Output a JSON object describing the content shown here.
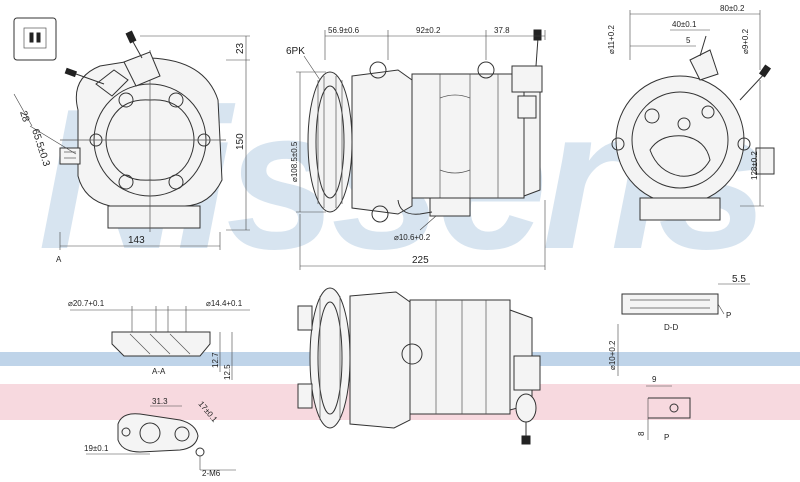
{
  "watermark": "Nissens",
  "colors": {
    "band_blue": "#a9c6e2",
    "band_pink": "#f1b9c4",
    "watermark": "#b7cfe4",
    "line": "#333333"
  },
  "labels": {
    "belt": "6PK",
    "d_60": "56.9±0.6",
    "d_92": "92±0.2",
    "d_37": "37.8",
    "d_80": "80±0.2",
    "d_40": "40±0.1",
    "d_5": "5",
    "d_11": "⌀11+0.2",
    "d_9": "⌀9+0.2",
    "d_23": "23",
    "d_150": "150",
    "d_28": "28",
    "d_65": "65.5±0.3",
    "d_143": "143",
    "d_108": "⌀108.5±0.5",
    "d_106": "⌀10.6+0.2",
    "d_225": "225",
    "d_128": "128±0.2",
    "view_a": "A",
    "d_207": "⌀20.7+0.1",
    "d_144": "⌀14.4+0.1",
    "section_aa": "A-A",
    "d_127": "12.7",
    "d_125": "12.5",
    "d_313": "31.3",
    "d_17": "17±0.1",
    "d_19": "19±0.1",
    "m6": "2-M6",
    "d_55": "5.5",
    "p1": "P",
    "section_dd": "D-D",
    "d_10": "⌀10+0.2",
    "d_9b": "9",
    "d_8": "8",
    "p2": "P"
  }
}
